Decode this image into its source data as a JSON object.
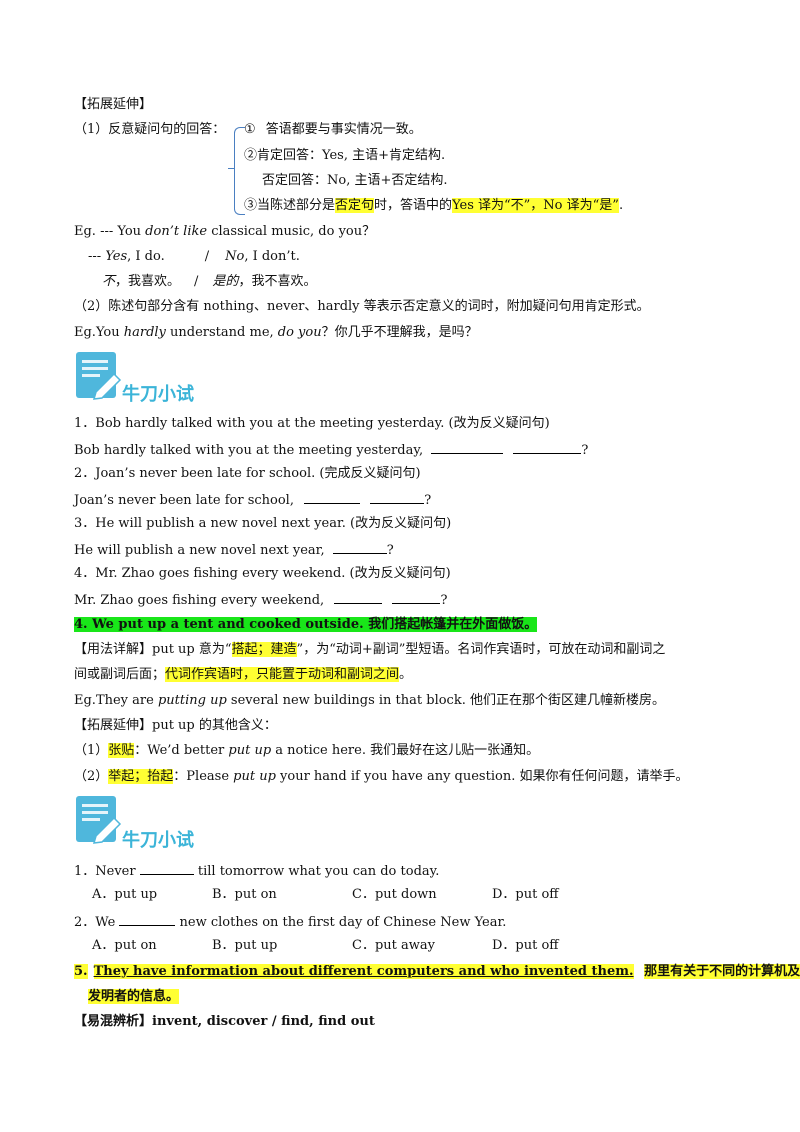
{
  "colors": {
    "highlight_yellow": "#ffff33",
    "highlight_green": "#19e619",
    "accent_blue": "#3bb4d8",
    "brace_blue": "#4a7fc1"
  },
  "sec1": {
    "heading": "【拓展延伸】",
    "q1_label": "（1）反意疑问句的回答：",
    "r1_num": "①",
    "r1_text": "答语都要与事实情况一致。",
    "r2_num": "②",
    "r2a": "肯定回答：Yes, 主语+肯定结构.",
    "r2b": "否定回答：No, 主语+否定结构.",
    "r3_num": "③",
    "r3_pre": "当陈述部分是",
    "r3_hl1": "否定句",
    "r3_mid": "时，答语中的",
    "r3_hl2": "Yes 译为“不”，No 译为“是”",
    "r3_end": ".",
    "eg_pre": "Eg. --- You ",
    "eg_it": "don’t like",
    "eg_post": " classical music, do you？",
    "ans_pre": "--- ",
    "ans_yes": "Yes",
    "ans_yes_post": ", I do.",
    "ans_slash": "/",
    "ans_no": "No",
    "ans_no_post": ", I don’t.",
    "tr_a": "不",
    "tr_a_post": "，我喜欢。",
    "tr_slash": "/",
    "tr_b": "是的",
    "tr_b_post": "，我不喜欢。",
    "q2": "（2）陈述句部分含有 nothing、never、hardly 等表示否定意义的词时，附加疑问句用肯定形式。",
    "eg2_pre": "Eg.You ",
    "eg2_it1": "hardly",
    "eg2_mid": " understand me, ",
    "eg2_it2": "do you",
    "eg2_post": "？你几乎不理解我，是吗？"
  },
  "badge1_title": "牛刀小试",
  "ex1": [
    {
      "q": "1．Bob hardly talked with you at the meeting yesterday. (改为反义疑问句)",
      "a": "Bob hardly talked with you at the meeting yesterday,",
      "end": "?"
    },
    {
      "q": "2．Joan’s never been late for school. (完成反义疑问句)",
      "a": "Joan’s never been late for school,",
      "end": "?"
    },
    {
      "q": "3．He will publish a new novel next year. (改为反义疑问句)",
      "a": "He will publish a new novel next year,",
      "end": "?"
    },
    {
      "q": "4．Mr. Zhao goes fishing every weekend. (改为反义疑问句)",
      "a": "Mr. Zhao goes fishing every weekend,",
      "end": "?"
    }
  ],
  "item4": {
    "title": "4.  We put up a tent and cooked outside.  我们搭起帐篷并在外面做饭。",
    "usage_pre": "【用法详解】put up 意为“",
    "usage_hl": "搭起；建造",
    "usage_post": "”，为“动词+副词”型短语。名词作宾语时，可放在动词和副词之",
    "usage_l2_pre": "间或副词后面；",
    "usage_l2_hl": "代词作宾语时，只能置于动词和副词之间",
    "usage_l2_post": "。",
    "eg_pre": "Eg.They are ",
    "eg_it": "putting up",
    "eg_post": " several new buildings in that block.  他们正在那个街区建几幢新楼房。",
    "ext_heading": "【拓展延伸】put up 的其他含义：",
    "m1_pre": "（1）",
    "m1_hl": "张贴",
    "m1_mid": "：We’d better ",
    "m1_it": "put up",
    "m1_post": " a notice here.  我们最好在这儿贴一张通知。",
    "m2_pre": "（2）",
    "m2_hl": "举起；抬起",
    "m2_mid": "：Please ",
    "m2_it": "put up",
    "m2_post": " your hand if you have any question.  如果你有任何问题，请举手。"
  },
  "badge2_title": "牛刀小试",
  "ex2": {
    "q1_pre": "1．Never ",
    "q1_post": " till tomorrow what you can do today.",
    "q1_opts": [
      "A．put up",
      "B．put on",
      "C．put down",
      "D．put off"
    ],
    "q2_pre": "2．We ",
    "q2_post": " new clothes on the first day of Chinese New Year.",
    "q2_opts": [
      "A．put on",
      "B．put up",
      "C．put away",
      "D．put off"
    ]
  },
  "item5": {
    "num": "5.",
    "sentence": "They have information about different computers and who invented them.",
    "zh1": "那里有关于不同的计算机及其",
    "zh2": "发明者的信息。"
  },
  "confusion": {
    "heading": "【易混辨析】",
    "words": "invent, discover / find, find out"
  }
}
